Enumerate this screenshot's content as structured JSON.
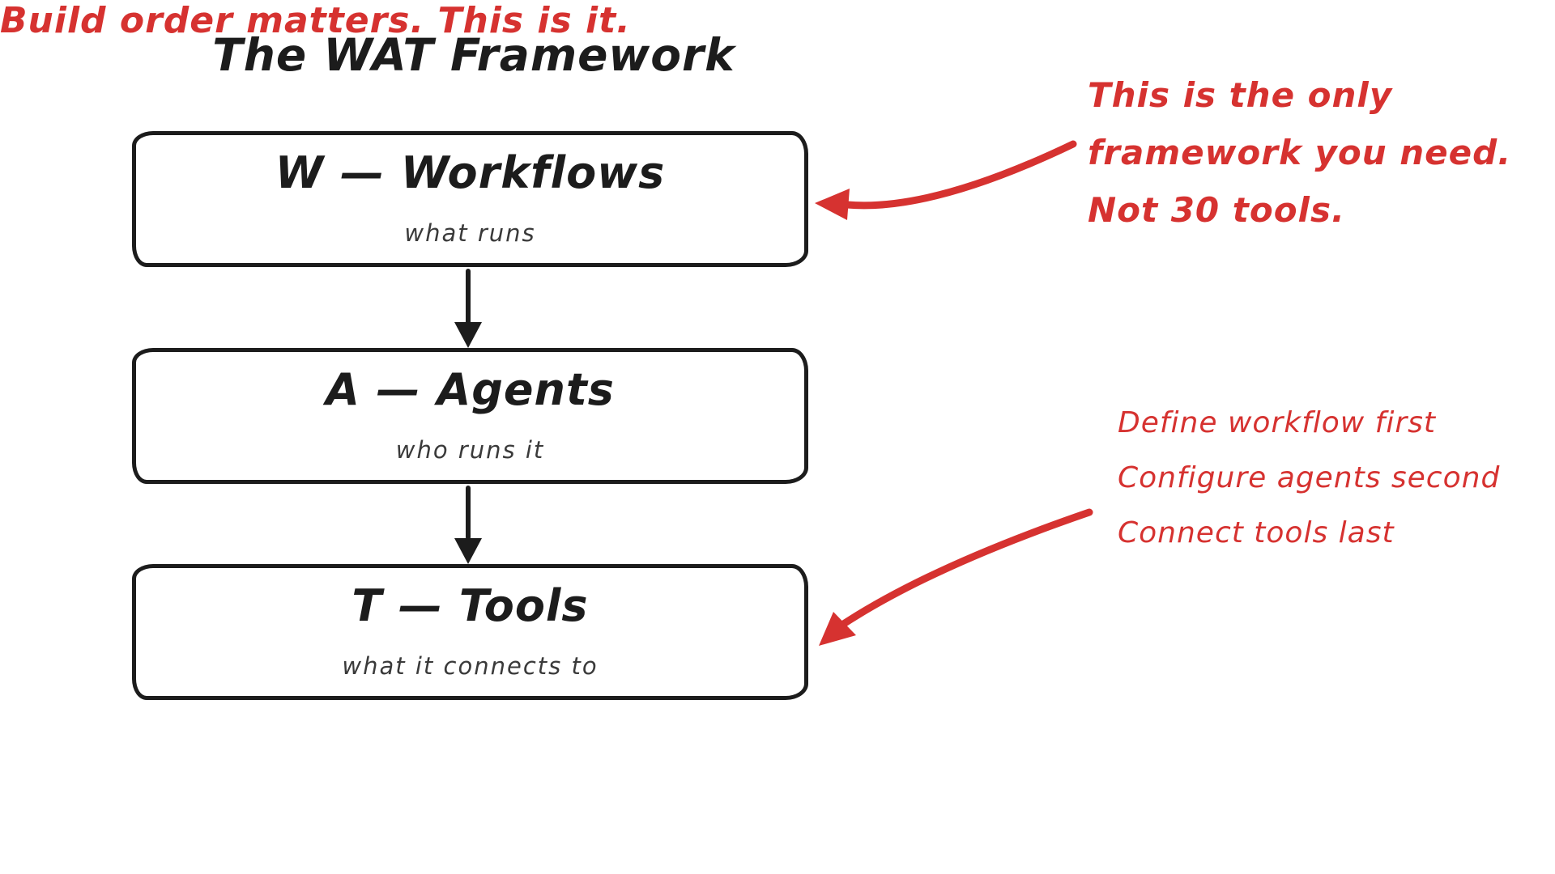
{
  "title": "The WAT Framework",
  "boxes": [
    {
      "id": "workflows",
      "heading": "W — Workflows",
      "sub": "what runs"
    },
    {
      "id": "agents",
      "heading": "A — Agents",
      "sub": "who runs it"
    },
    {
      "id": "tools",
      "heading": "T — Tools",
      "sub": "what it connects to"
    }
  ],
  "annotations": {
    "top_right": {
      "lines": [
        "This is the only",
        "framework you need.",
        "Not 30 tools."
      ]
    },
    "mid_right": {
      "lines": [
        "Define workflow first",
        "Configure agents second",
        "Connect tools last"
      ]
    },
    "bottom": "Build order matters. This is it."
  },
  "icons": {
    "flow_arrow": "down-arrow",
    "annotation_arrow": "curved-red-arrow"
  },
  "colors": {
    "ink": "#1c1c1c",
    "sub_text": "#3a3a3a",
    "accent_red": "#d63230",
    "background": "#ffffff"
  }
}
